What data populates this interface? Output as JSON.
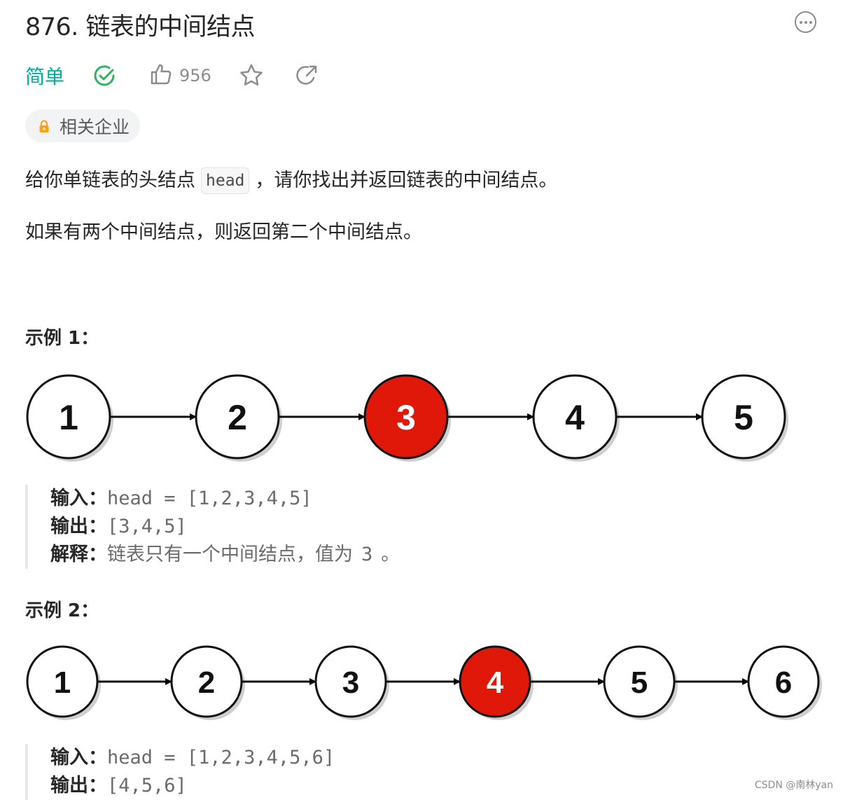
{
  "problem": {
    "title": "876. 链表的中间结点",
    "difficulty": "简单",
    "likes": "956",
    "company_tag": "相关企业"
  },
  "description": {
    "p1_before": "给你单链表的头结点",
    "p1_code": "head",
    "p1_after": "，请你找出并返回链表的中间结点。",
    "p2": "如果有两个中间结点，则返回第二个中间结点。"
  },
  "example1": {
    "heading": "示例 1：",
    "nodes": [
      "1",
      "2",
      "3",
      "4",
      "5"
    ],
    "highlight_index": 2,
    "input_label": "输入：",
    "input_value": "head = [1,2,3,4,5]",
    "output_label": "输出：",
    "output_value": "[3,4,5]",
    "explain_label": "解释：",
    "explain_text": "链表只有一个中间结点，值为",
    "explain_value": "3",
    "explain_end": "。"
  },
  "example2": {
    "heading": "示例 2：",
    "nodes": [
      "1",
      "2",
      "3",
      "4",
      "5",
      "6"
    ],
    "highlight_index": 3,
    "input_label": "输入：",
    "input_value": "head = [1,2,3,4,5,6]",
    "output_label": "输出：",
    "output_value": "[4,5,6]"
  },
  "watermark": "CSDN @南林yan",
  "colors": {
    "accent": "#00af9b",
    "check": "#2db55d",
    "highlight_node": "#e0180a",
    "lock": "#ffa116"
  },
  "icons": [
    "more-icon",
    "check-circle-icon",
    "thumbs-up-icon",
    "star-icon",
    "share-icon",
    "lock-icon"
  ]
}
